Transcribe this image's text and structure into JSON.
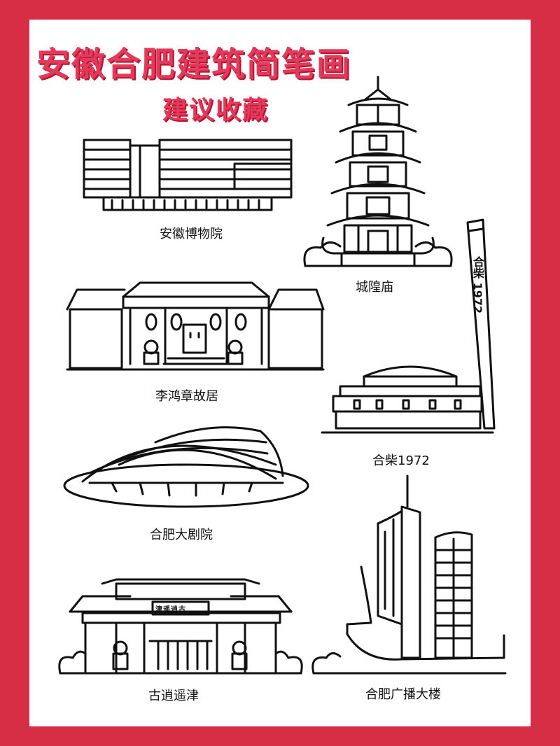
{
  "title": "安徽合肥建筑简笔画",
  "subtitle": "建议收藏",
  "colors": {
    "border": "#d62e44",
    "title": "#e23a5b",
    "line": "#111111",
    "background": "#ffffff"
  },
  "buildings": [
    {
      "label": "安徽博物院"
    },
    {
      "label": "城隍庙"
    },
    {
      "label": "李鸿章故居"
    },
    {
      "label": "合柴1972"
    },
    {
      "label": "合肥大剧院"
    },
    {
      "label": "古逍遥津"
    },
    {
      "label": "合肥广播大楼"
    }
  ],
  "chimney_text": "合柴 1972",
  "gate_plaque": "津遥逍古"
}
